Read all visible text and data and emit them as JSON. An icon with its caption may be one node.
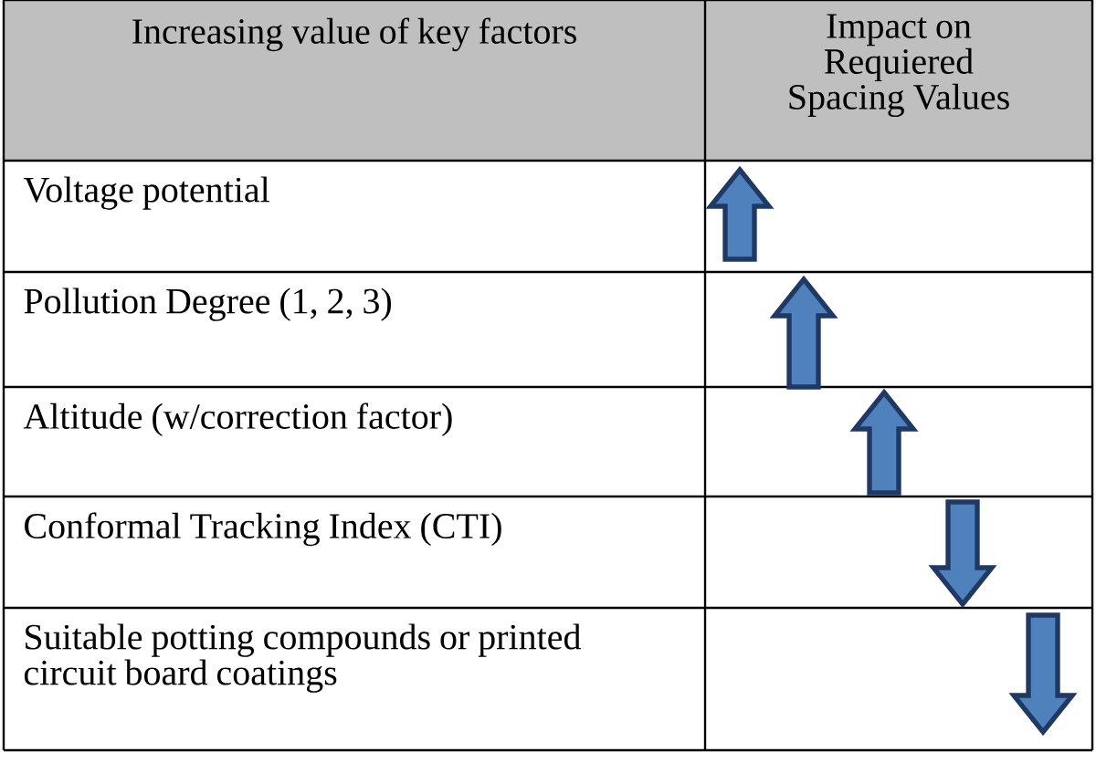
{
  "diagram": {
    "labels": [
      "Increasing value of key factors",
      "Impact on Requiered Spacing Values",
      "Voltage potential",
      "Pollution Degree (1, 2, 3)",
      "Altitude (w/correction factor)",
      "Conformal Tracking Index (CTI)",
      "Suitable potting compounds or printed circuit board coatings"
    ]
  }
}
